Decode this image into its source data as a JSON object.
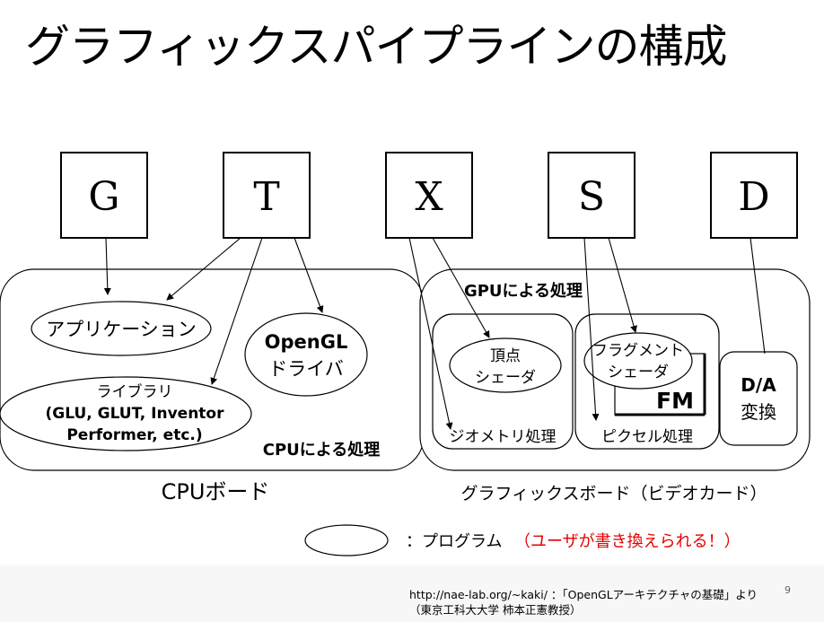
{
  "title": "グラフィックスパイプラインの構成",
  "stages": [
    {
      "id": "G",
      "label": "G"
    },
    {
      "id": "T",
      "label": "T"
    },
    {
      "id": "X",
      "label": "X"
    },
    {
      "id": "S",
      "label": "S"
    },
    {
      "id": "D",
      "label": "D"
    }
  ],
  "cpu_board": {
    "label": "CPUボード",
    "processing_label": "CPUによる処理",
    "application": "アプリケーション",
    "opengl_driver": [
      "OpenGL",
      "ドライバ"
    ],
    "library": [
      "ライブラリ",
      "(GLU, GLUT, Inventor",
      "Performer, etc.)"
    ]
  },
  "graphics_board": {
    "label": "グラフィックスボード（ビデオカード）",
    "gpu_label": "GPUによる処理",
    "vertex_shader": [
      "頂点",
      "シェーダ"
    ],
    "geometry": "ジオメトリ処理",
    "fragment_shader": [
      "フラグメント",
      "シェーダ"
    ],
    "fm": "FM",
    "pixel": "ピクセル処理",
    "da": [
      "D/A",
      "変換"
    ]
  },
  "legend": {
    "program": "：プログラム",
    "note": "（ユーザが書き換えられる！）",
    "note_color": "#e60000"
  },
  "credit": {
    "line1": "http://nae-lab.org/~kaki/  ：「OpenGLアーキテクチャの基礎」より",
    "line2": "（東京工科大大学  柿本正憲教授）"
  },
  "page_number": "9"
}
